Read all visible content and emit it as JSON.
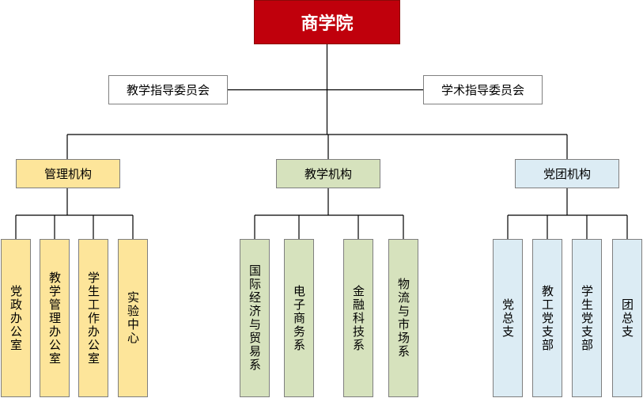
{
  "root": {
    "label": "商学院"
  },
  "committees": [
    {
      "label": "教学指导委员会"
    },
    {
      "label": "学术指导委员会"
    }
  ],
  "departments": [
    {
      "label": "管理机构",
      "children": [
        "党政办公室",
        "教学管理办公室",
        "学生工作办公室",
        "实验中心"
      ]
    },
    {
      "label": "教学机构",
      "children": [
        "国际经济与贸易系",
        "电子商务系",
        "金融科技系",
        "物流与市场系"
      ]
    },
    {
      "label": "党团机构",
      "children": [
        "党总支",
        "教工党支部",
        "学生党支部",
        "团总支"
      ]
    }
  ],
  "colors": {
    "root": "#c0000c",
    "management": "#fde59a",
    "teaching": "#d6e2bd",
    "party": "#dcecf4",
    "line": "#000000"
  }
}
